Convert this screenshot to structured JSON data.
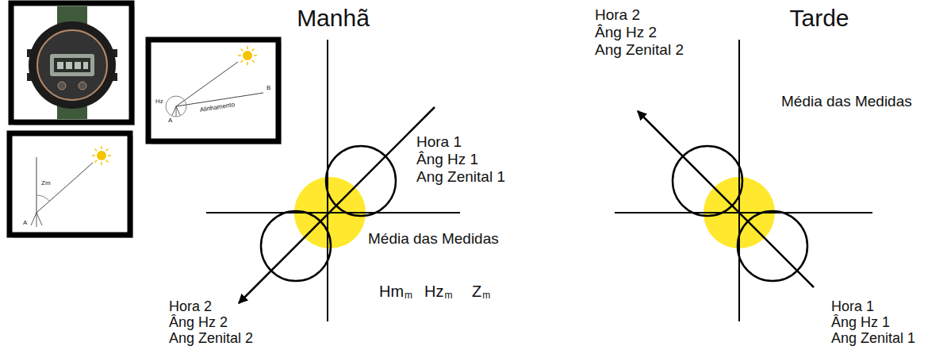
{
  "diagram": {
    "labels": [
      "Manhã",
      "Hora 1",
      "Âng Hz 1",
      "Ang Zenital 1",
      "Média das Medidas",
      "Hora 2",
      "Âng Hz 2",
      "Ang Zenital 2",
      "Hm",
      "m",
      "Hz",
      "m",
      "Z",
      "m",
      "Tarde",
      "Hora 2",
      "Âng Hz 2",
      "Ang Zenital 2",
      "Média das Medidas",
      "Hora 1",
      "Âng Hz 1",
      "Ang Zenital 1",
      "Hz",
      "A",
      "Alinhamento",
      "B",
      "Zm",
      "A"
    ]
  }
}
